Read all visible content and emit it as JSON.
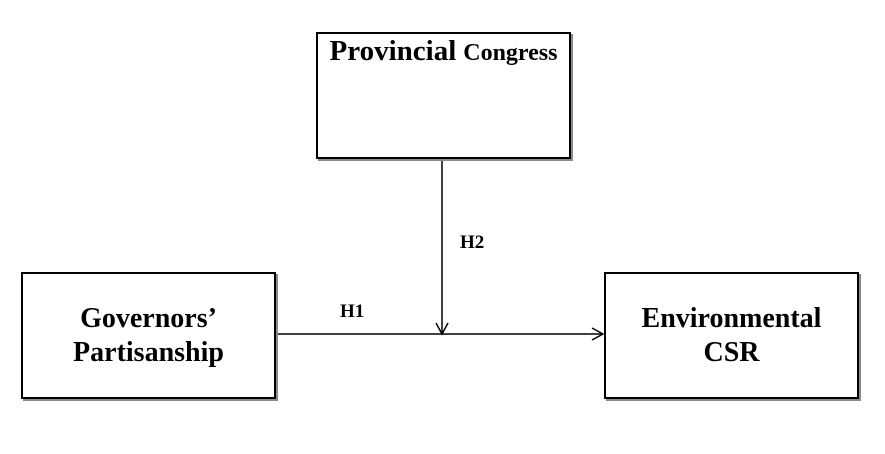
{
  "nodes": {
    "provincial_congress": {
      "line1_part1": "Provincial",
      "line1_part2": "Congress"
    },
    "governors_partisanship": {
      "line1": "Governors’",
      "line2": "Partisanship"
    },
    "environmental_csr": {
      "line1": "Environmental",
      "line2": "CSR"
    }
  },
  "edges": {
    "h1_label": "H1",
    "h2_label": "H2"
  },
  "colors": {
    "line": "#000000",
    "box_border": "#000000",
    "box_shadow": "#8a8a8a",
    "background": "#ffffff"
  }
}
